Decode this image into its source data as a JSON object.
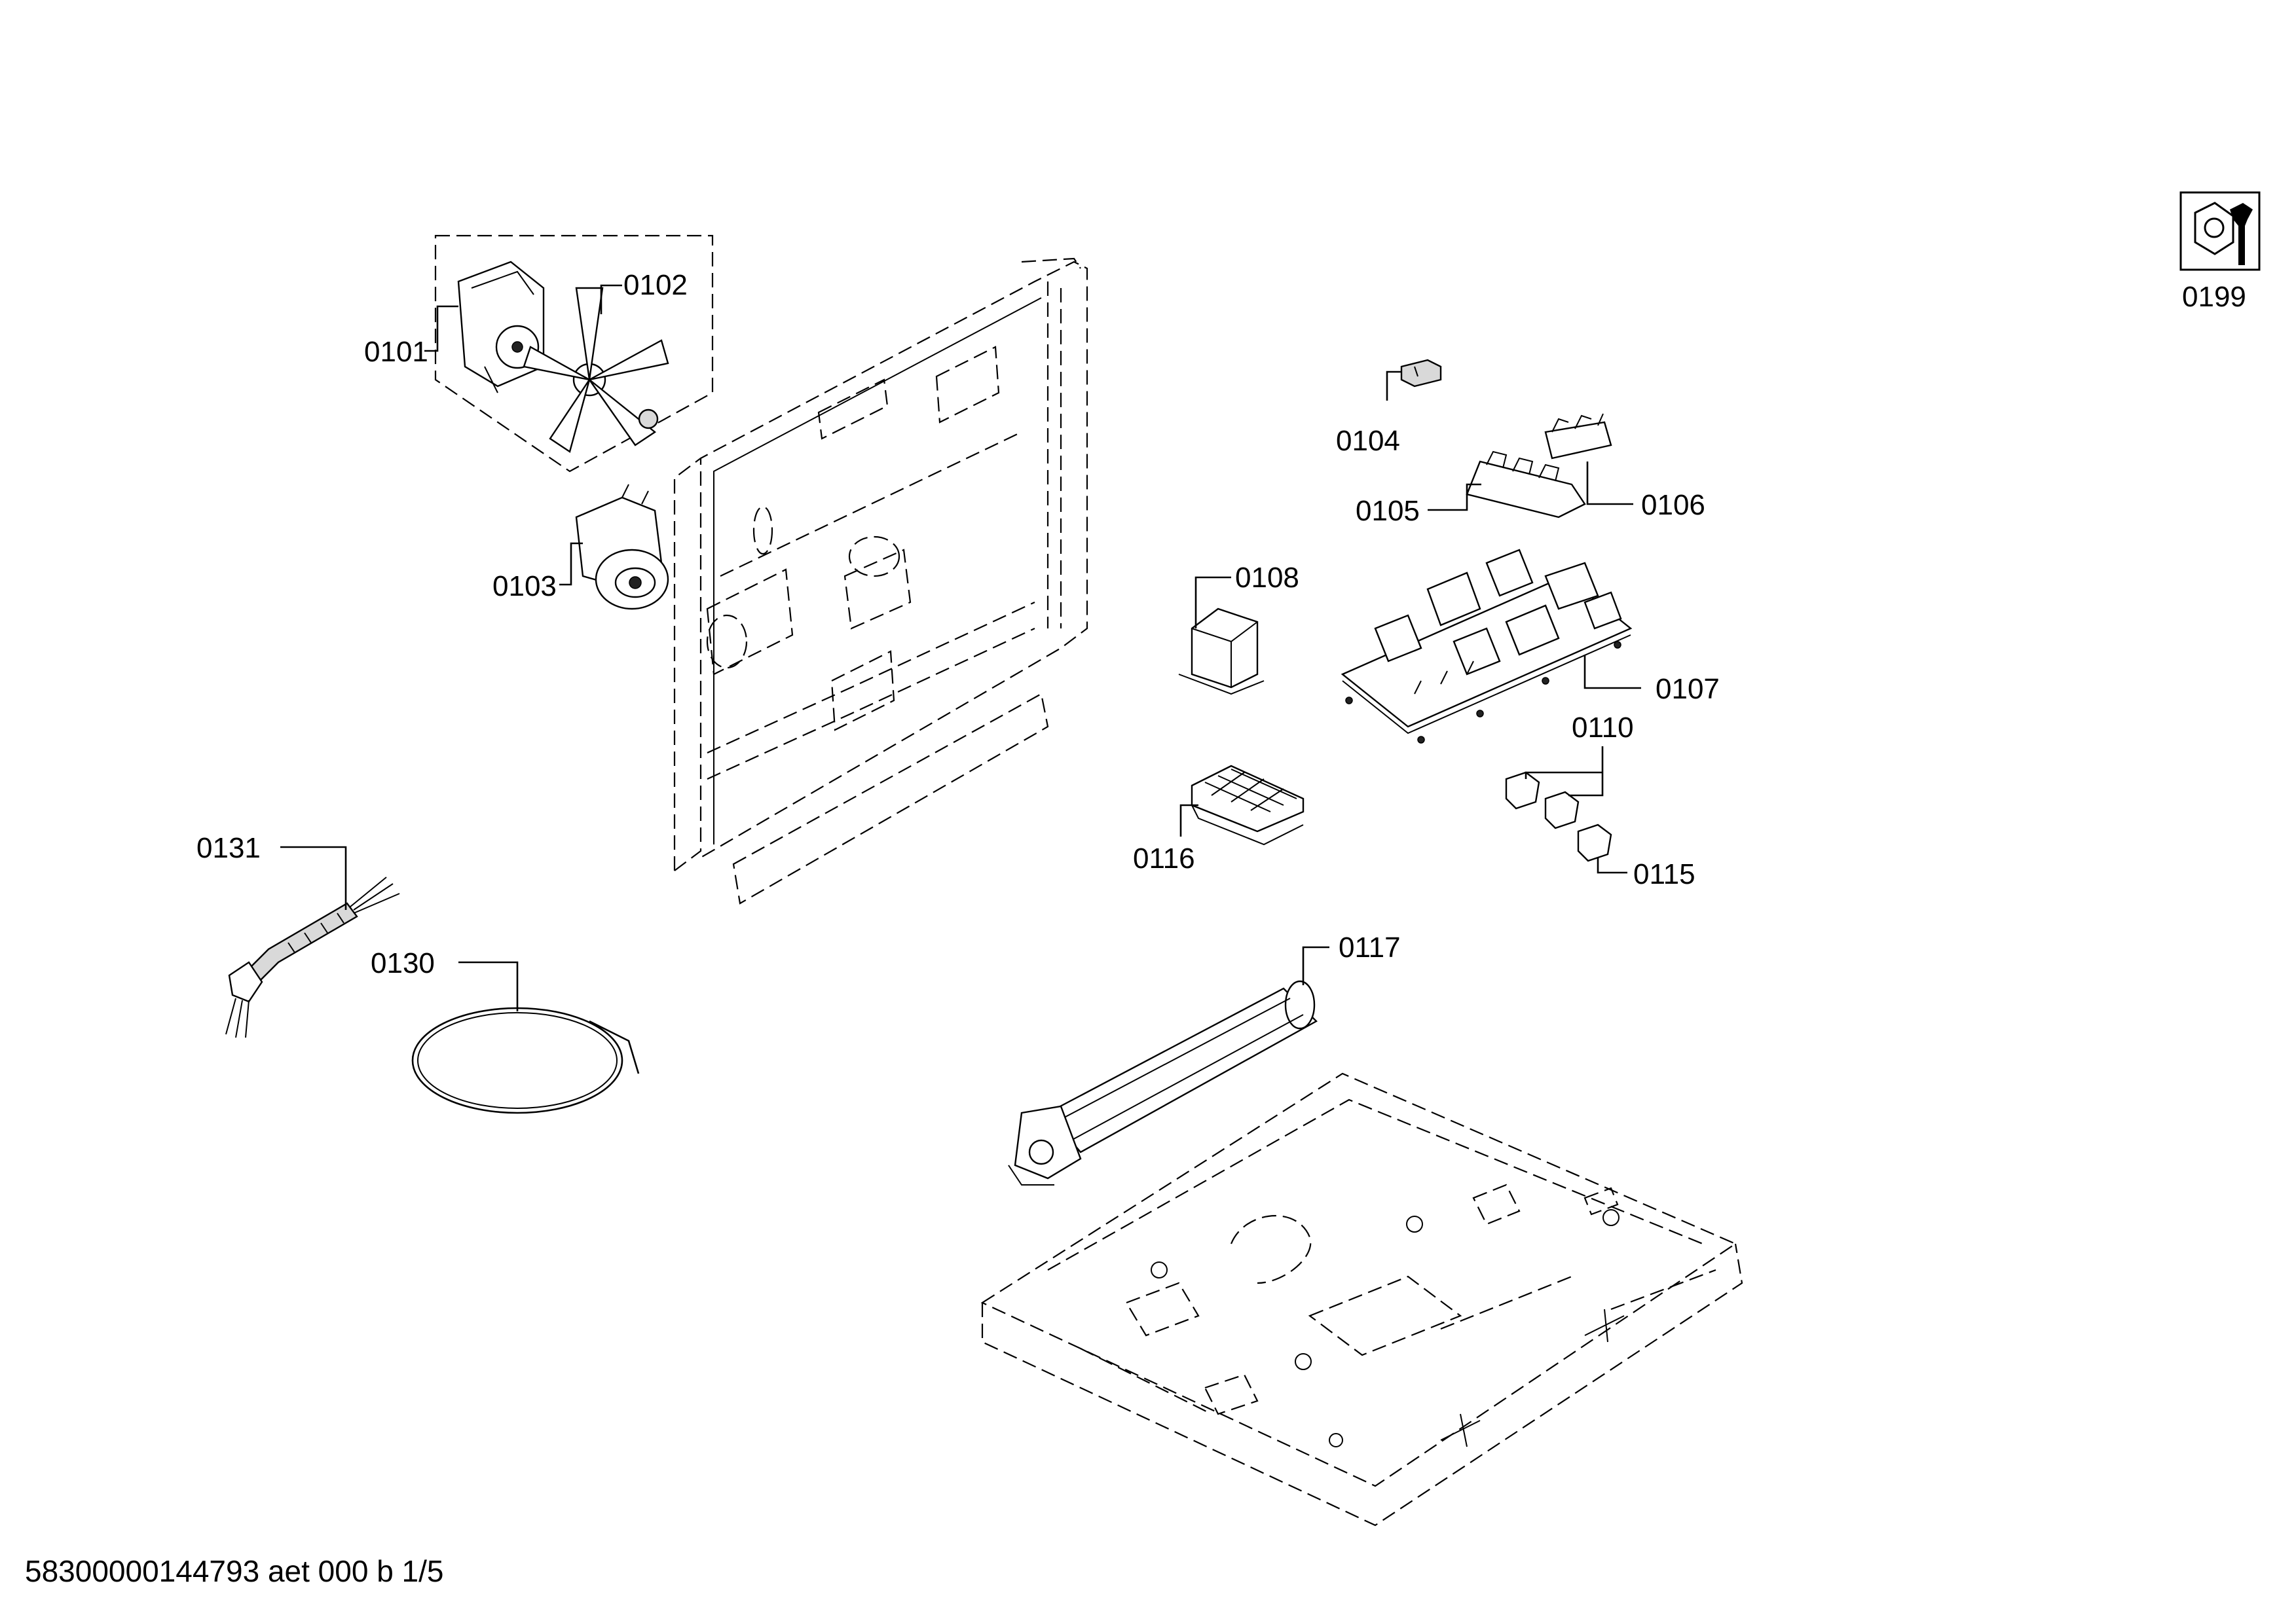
{
  "labels": {
    "p0101": "0101",
    "p0102": "0102",
    "p0103": "0103",
    "p0104": "0104",
    "p0105": "0105",
    "p0106": "0106",
    "p0107": "0107",
    "p0108": "0108",
    "p0110": "0110",
    "p0115": "0115",
    "p0116": "0116",
    "p0117": "0117",
    "p0130": "0130",
    "p0131": "0131",
    "p0199": "0199"
  },
  "footer": {
    "text": "58300000144793 aet 000 b 1/5"
  },
  "icons": {
    "service": "tool-nut-wrench-icon"
  }
}
